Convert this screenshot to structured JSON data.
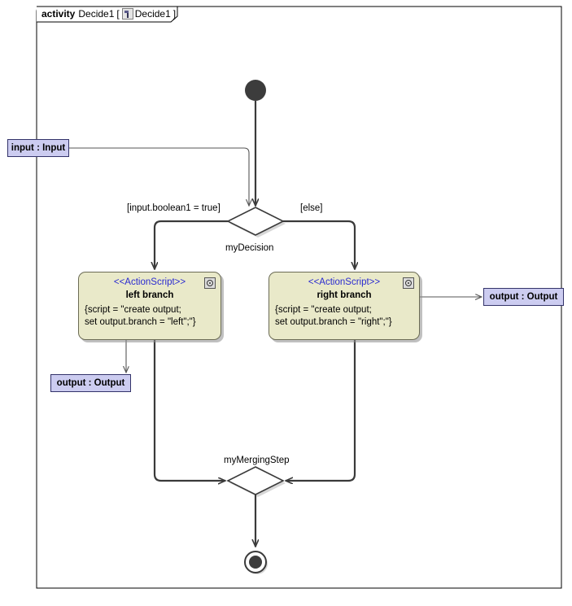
{
  "frame": {
    "keyword": "activity",
    "name": "Decide1",
    "bracket_open": "[",
    "icon": "activity-diagram-icon",
    "inner_name": "Decide1",
    "bracket_close": "]"
  },
  "nodes": {
    "initial": {
      "name": "initial-node"
    },
    "final": {
      "name": "activity-final-node"
    },
    "decision": {
      "label": "myDecision",
      "guard_true": "[input.boolean1 = true]",
      "guard_else": "[else]"
    },
    "merge": {
      "label": "myMergingStep"
    },
    "input_pin": {
      "label": "input : Input"
    },
    "output_pin_left": {
      "label": "output : Output"
    },
    "output_pin_right": {
      "label": "output : Output"
    },
    "action_left": {
      "stereotype": "<<ActionScript>>",
      "name": "left branch",
      "body_line1": "{script = \"create output;",
      "body_line2": "set output.branch = \"left\";\"}",
      "icon": "script-gear-icon"
    },
    "action_right": {
      "stereotype": "<<ActionScript>>",
      "name": "right branch",
      "body_line1": "{script = \"create output;",
      "body_line2": "set output.branch = \"right\";\"}",
      "icon": "script-gear-icon"
    }
  },
  "colors": {
    "action_fill": "#e9e9c9",
    "action_stroke": "#6b6b55",
    "pin_fill": "#ccccf0",
    "pin_stroke": "#33336a",
    "stereotype_text": "#2a2ad0",
    "edge": "#3a3a3a",
    "frame_stroke": "#000000",
    "background": "#ffffff"
  }
}
